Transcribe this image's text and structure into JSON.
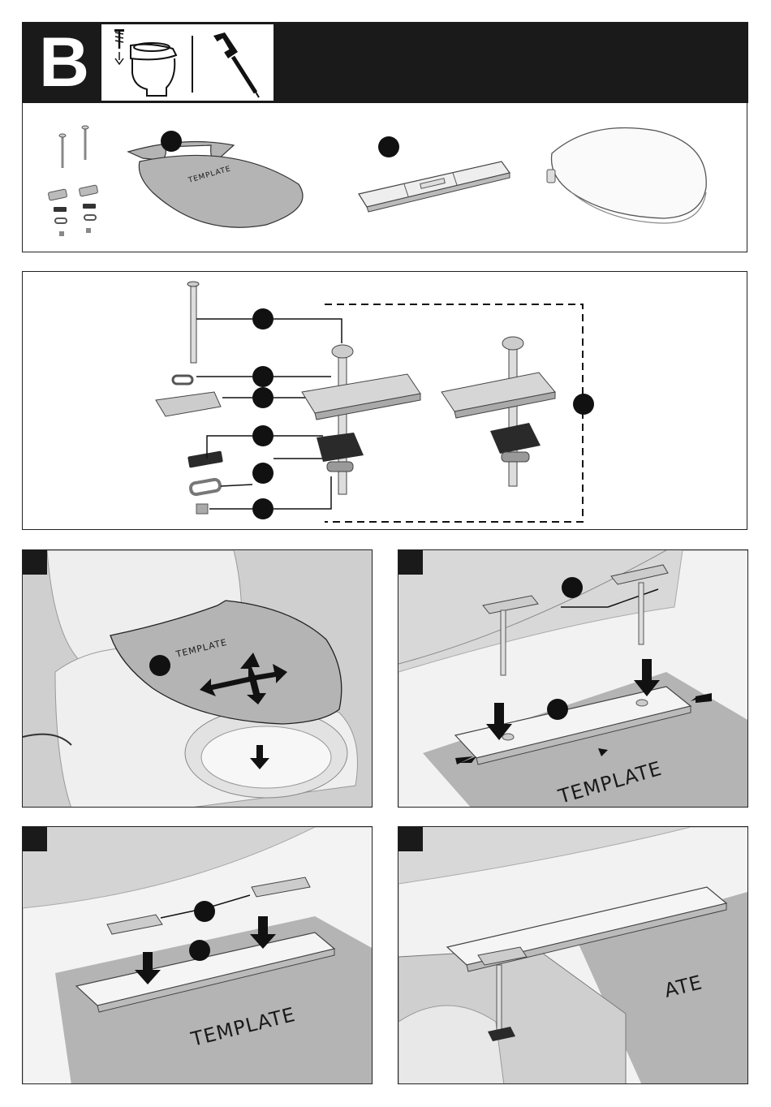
{
  "header": {
    "section_letter": "B",
    "icons": [
      "screw-down-icon",
      "toilet-icon",
      "screwdriver-icon"
    ],
    "bar_color": "#1a1a1a"
  },
  "parts": {
    "template_label": "TEMPLATE",
    "items": [
      "bolts-and-fittings",
      "template-sheet",
      "mounting-plate",
      "toilet-seat"
    ]
  },
  "assembly": {
    "parts": [
      "long-bolt",
      "washer",
      "top-plate",
      "rubber-pad",
      "anchor-ring",
      "nut"
    ]
  },
  "steps": [
    {
      "template_label": "TEMPLATE"
    },
    {
      "template_label": "TEMPLATE"
    },
    {
      "template_label": "TEMPLATE"
    },
    {
      "template_label": "ATE"
    }
  ],
  "colors": {
    "black": "#1a1a1a",
    "template_gray": "#b4b4b4",
    "porcelain": "#eeeeee",
    "outline": "#333333"
  }
}
